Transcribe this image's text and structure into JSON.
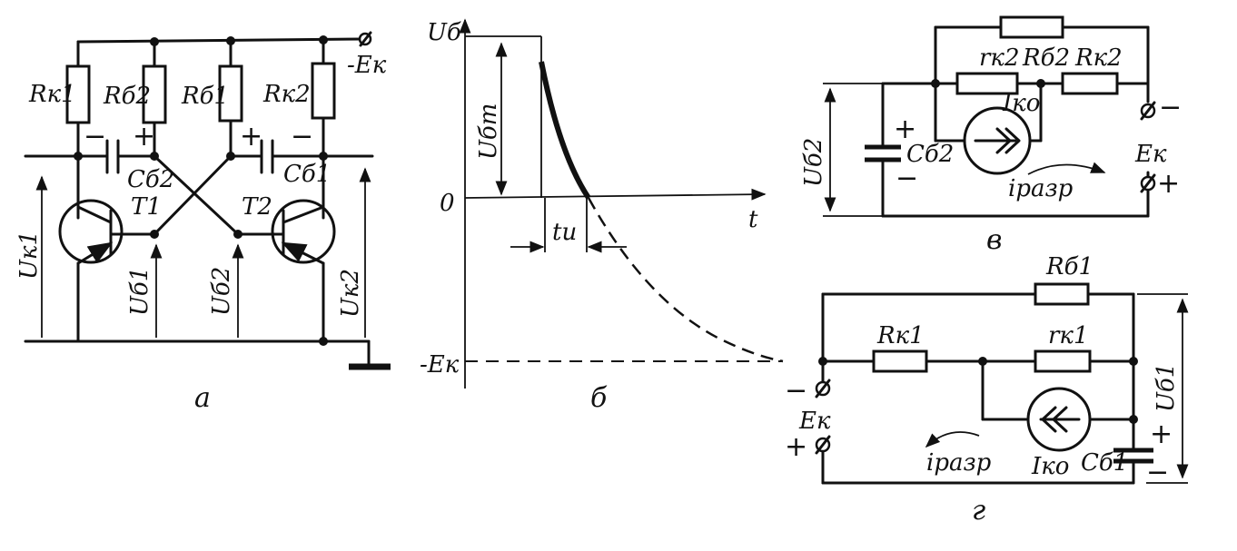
{
  "panel_a": {
    "supply": "-Eк",
    "rk1": "Rк1",
    "rb2": "Rб2",
    "rb1": "Rб1",
    "rk2": "Rк2",
    "cb2": "Cб2",
    "cb1": "Cб1",
    "t1": "T1",
    "t2": "T2",
    "uk1": "Uк1",
    "ub1": "Uб1",
    "ub2": "Uб2",
    "uk2": "Uк2",
    "minus": "−",
    "plus": "+",
    "caption": "а"
  },
  "panel_b": {
    "y_axis": "Uб",
    "ubm": "Uбm",
    "zero": "0",
    "x_axis": "t",
    "tu": "tu",
    "neg_e": "-Eк",
    "caption": "б"
  },
  "panel_v": {
    "rk2_small": "rк2",
    "rb2": "Rб2",
    "rk2": "Rк2",
    "iko": "Iко",
    "ub2": "Uб2",
    "cb2": "Cб2",
    "ek": "Eк",
    "i_razr": "iразр",
    "plus": "+",
    "minus": "−",
    "caption": "в"
  },
  "panel_g": {
    "rb1": "Rб1",
    "rk1": "Rк1",
    "rk1_small": "rк1",
    "iko": "Iко",
    "cb1": "Cб1",
    "ub1": "Uб1",
    "ek": "Eк",
    "i_razr": "iразр",
    "plus": "+",
    "minus": "−",
    "caption": "г"
  }
}
